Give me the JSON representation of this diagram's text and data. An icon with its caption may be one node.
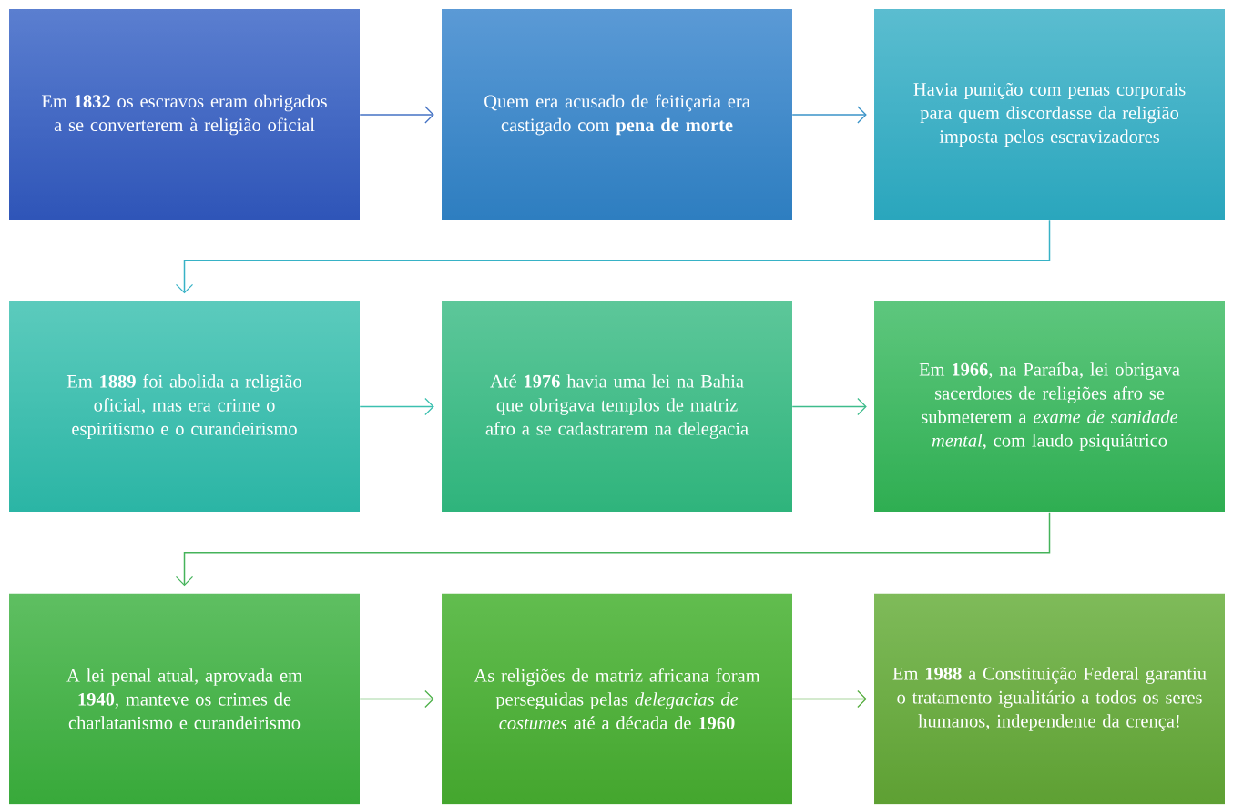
{
  "diagram": {
    "nodes": [
      {
        "text": [
          "Em **1832** os escravos eram obrigados a se converterem à religião oficial"
        ]
      },
      {
        "text": [
          "Quem era acusado de feitiçaria era castigado com **pena de morte**"
        ]
      },
      {
        "text": [
          "Havia punição com penas corporais para quem discordasse da religião imposta pelos escravizadores"
        ]
      },
      {
        "text": [
          "Em **1889** foi abolida a religião oficial, mas era crime o espiritismo e o curandeirismo"
        ]
      },
      {
        "text": [
          "Até **1976** havia uma lei na Bahia que obrigava templos de matriz afro a se cadastrarem na delegacia"
        ]
      },
      {
        "text": [
          "Em **1966**, na Paraíba, lei obrigava sacerdotes de religiões afro se submeterem a *exame de sanidade mental*, com laudo psiquiátrico"
        ]
      },
      {
        "text": [
          "A lei penal atual, aprovada em **1940**, manteve os crimes de charlatanismo e curandeirismo"
        ]
      },
      {
        "text": [
          "As religiões de matriz africana foram perseguidas pelas *delegacias de costumes* até a década de **1960**"
        ]
      },
      {
        "text": [
          "Em **1988** a Constituição Federal garantiu o tratamento igualitário a todos os seres humanos, independente da crença!"
        ]
      }
    ],
    "edges": [
      {
        "from": 0,
        "to": 1,
        "arrow": "to",
        "color": "#4472c4"
      },
      {
        "from": 1,
        "to": 2,
        "arrow": "to",
        "color": "#3a93c8"
      },
      {
        "from": 2,
        "to": 3,
        "arrow": "to",
        "color": "#37b2c6"
      },
      {
        "from": 3,
        "to": 4,
        "arrow": "to",
        "color": "#3cc0b0"
      },
      {
        "from": 4,
        "to": 5,
        "arrow": "to",
        "color": "#3fbc8c"
      },
      {
        "from": 5,
        "to": 6,
        "arrow": "to",
        "color": "#45b35a"
      },
      {
        "from": 6,
        "to": 7,
        "arrow": "to",
        "color": "#4cb048"
      },
      {
        "from": 7,
        "to": 8,
        "arrow": "to",
        "color": "#55ad3e"
      }
    ]
  }
}
